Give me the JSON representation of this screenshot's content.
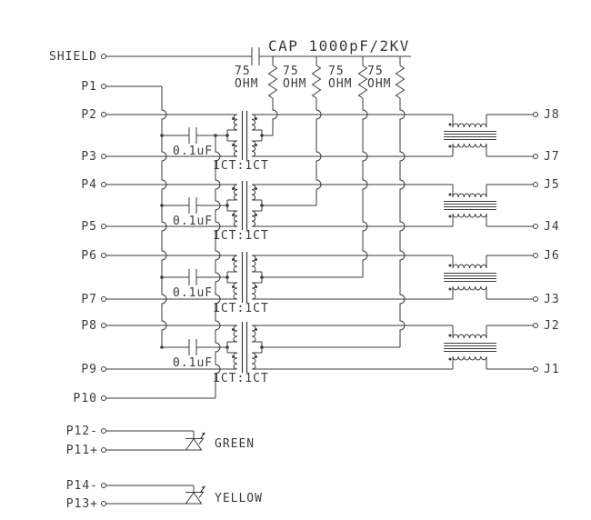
{
  "schematic": {
    "background": "#ffffff",
    "line_color": "#3a3a3a",
    "shield_label": "SHIELD",
    "cap_label": "CAP 1000pF/2KV",
    "resistor_value_line1": "75",
    "resistor_value_line2": "OHM",
    "coupling_cap_value": "0.1uF",
    "transformer_ratio": "1CT:1CT",
    "pins_left": [
      "P1",
      "P2",
      "P3",
      "P4",
      "P5",
      "P6",
      "P7",
      "P8",
      "P9",
      "P10"
    ],
    "pins_right": [
      "J8",
      "J7",
      "J5",
      "J4",
      "J6",
      "J3",
      "J2",
      "J1"
    ],
    "led_pins": [
      "P12-",
      "P11+",
      "P14-",
      "P13+"
    ],
    "led_colors": [
      "GREEN",
      "YELLOW"
    ]
  }
}
